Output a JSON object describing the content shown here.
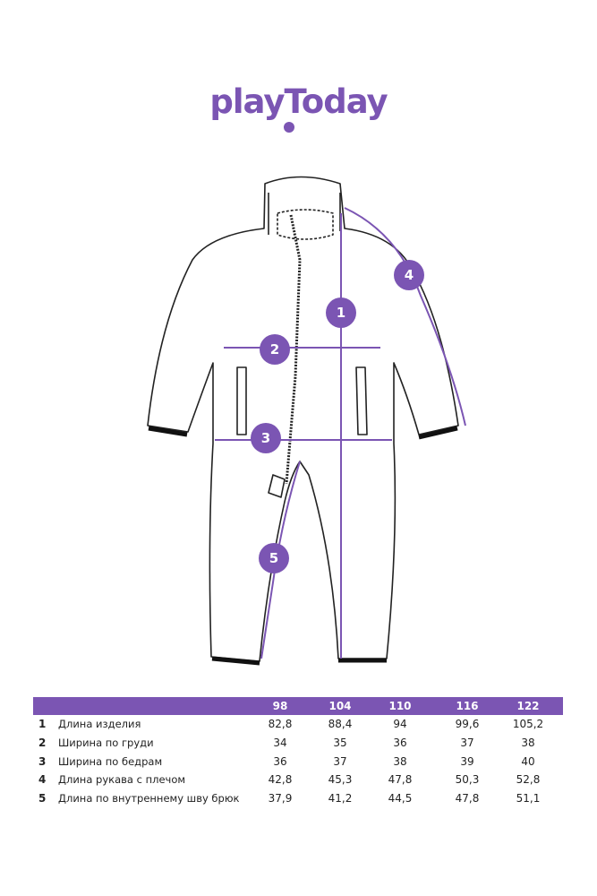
{
  "brand": {
    "logo_text": "playToday",
    "color": "#7b55b3"
  },
  "measurement_markers": [
    "1",
    "2",
    "3",
    "4",
    "5"
  ],
  "size_table": {
    "sizes": [
      "98",
      "104",
      "110",
      "116",
      "122"
    ],
    "rows": [
      {
        "num": "1",
        "label": "Длина изделия",
        "values": [
          "82,8",
          "88,4",
          "94",
          "99,6",
          "105,2"
        ]
      },
      {
        "num": "2",
        "label": "Ширина по груди",
        "values": [
          "34",
          "35",
          "36",
          "37",
          "38"
        ]
      },
      {
        "num": "3",
        "label": "Ширина по бедрам",
        "values": [
          "36",
          "37",
          "38",
          "39",
          "40"
        ]
      },
      {
        "num": "4",
        "label": "Длина рукава с плечом",
        "values": [
          "42,8",
          "45,3",
          "47,8",
          "50,3",
          "52,8"
        ]
      },
      {
        "num": "5",
        "label": "Длина по внутреннему шву брюк",
        "values": [
          "37,9",
          "41,2",
          "44,5",
          "47,8",
          "51,1"
        ]
      }
    ]
  }
}
